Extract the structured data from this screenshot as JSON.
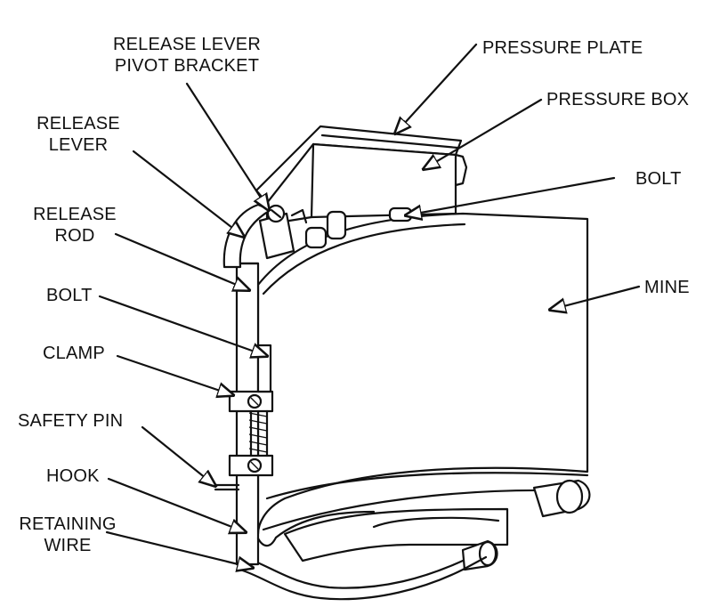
{
  "labels": {
    "pivot_bracket_1": "RELEASE LEVER",
    "pivot_bracket_2": "PIVOT BRACKET",
    "pressure_plate": "PRESSURE  PLATE",
    "pressure_box": "PRESSURE BOX",
    "release_lever_1": "RELEASE",
    "release_lever_2": "LEVER",
    "bolt_top": "BOLT",
    "release_rod_1": "RELEASE",
    "release_rod_2": "ROD",
    "mine": "MINE",
    "bolt_side": "BOLT",
    "clamp": "CLAMP",
    "safety_pin": "SAFETY PIN",
    "hook": "HOOK",
    "retaining_wire_1": "RETAINING",
    "retaining_wire_2": "WIRE"
  }
}
